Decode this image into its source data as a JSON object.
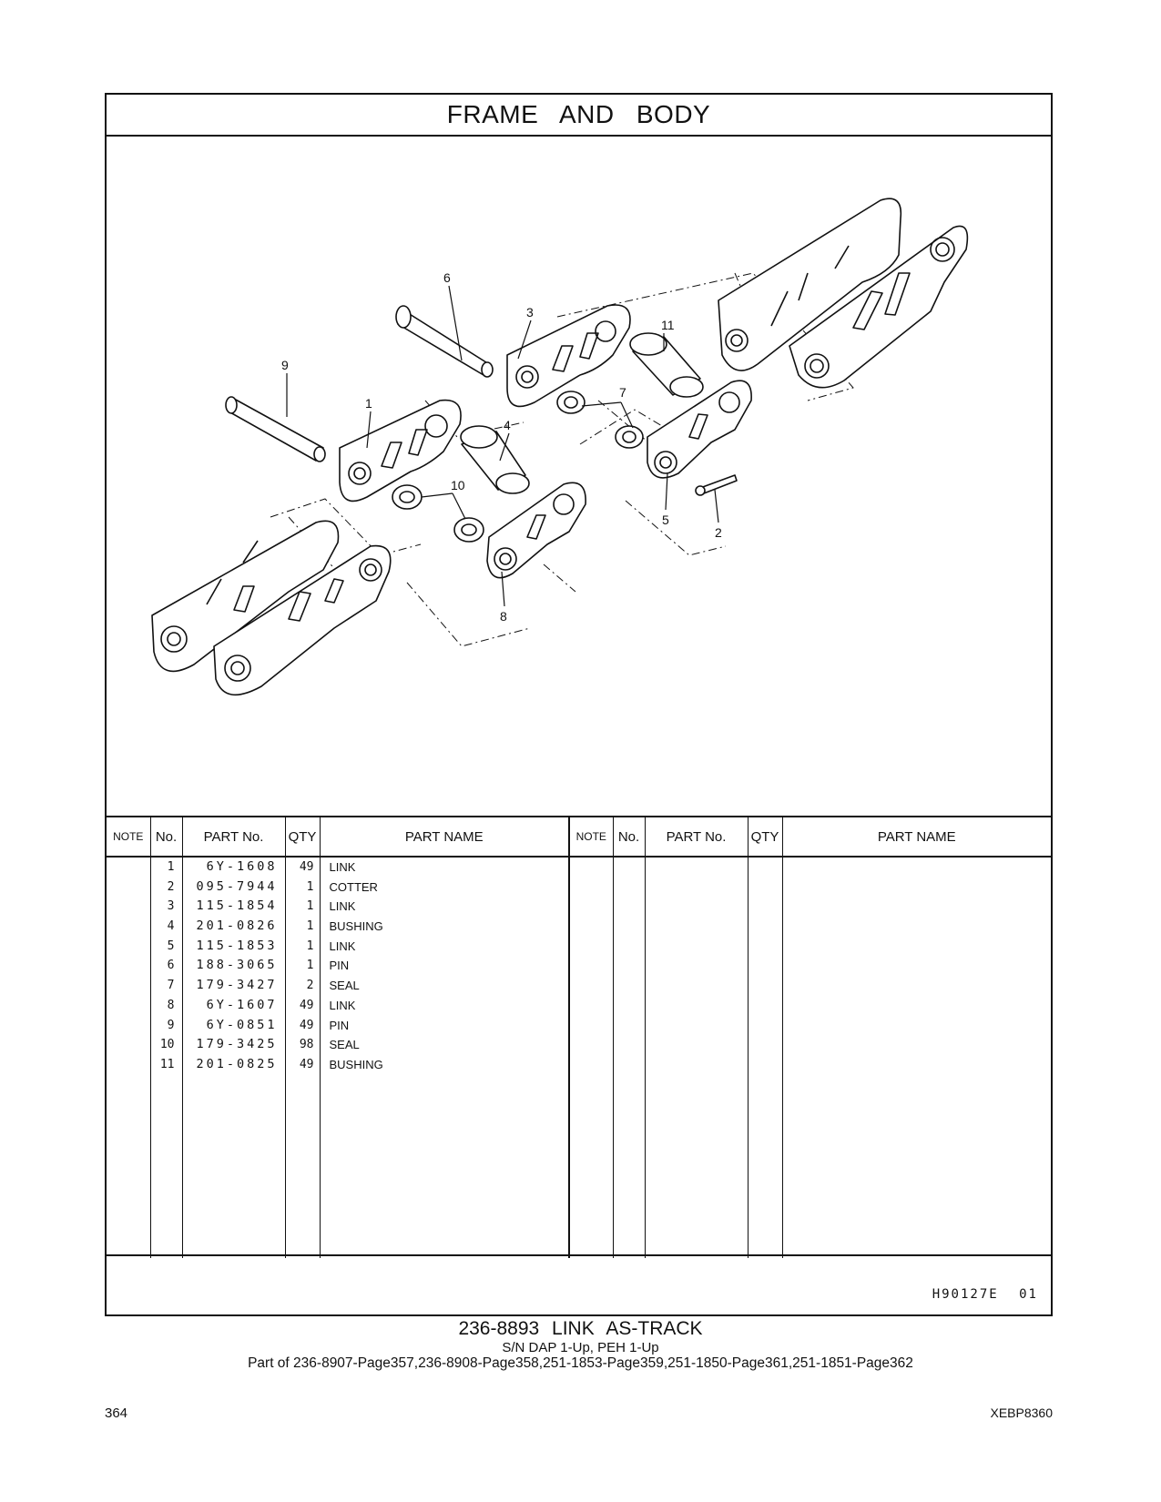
{
  "header": {
    "title": "FRAME AND BODY"
  },
  "table": {
    "headers": [
      "NOTE",
      "No.",
      "PART No.",
      "QTY",
      "PART NAME",
      "NOTE",
      "No.",
      "PART No.",
      "QTY",
      "PART NAME"
    ],
    "rows": [
      {
        "no": "1",
        "part_no": "6Y-1608",
        "qty": "49",
        "name": "LINK"
      },
      {
        "no": "2",
        "part_no": "095-7944",
        "qty": "1",
        "name": "COTTER"
      },
      {
        "no": "3",
        "part_no": "115-1854",
        "qty": "1",
        "name": "LINK"
      },
      {
        "no": "4",
        "part_no": "201-0826",
        "qty": "1",
        "name": "BUSHING"
      },
      {
        "no": "5",
        "part_no": "115-1853",
        "qty": "1",
        "name": "LINK"
      },
      {
        "no": "6",
        "part_no": "188-3065",
        "qty": "1",
        "name": "PIN"
      },
      {
        "no": "7",
        "part_no": "179-3427",
        "qty": "2",
        "name": "SEAL"
      },
      {
        "no": "8",
        "part_no": "6Y-1607",
        "qty": "49",
        "name": "LINK"
      },
      {
        "no": "9",
        "part_no": "6Y-0851",
        "qty": "49",
        "name": "PIN"
      },
      {
        "no": "10",
        "part_no": "179-3425",
        "qty": "98",
        "name": "SEAL"
      },
      {
        "no": "11",
        "part_no": "201-0825",
        "qty": "49",
        "name": "BUSHING"
      }
    ]
  },
  "diagram": {
    "callouts": [
      "1",
      "2",
      "3",
      "4",
      "5",
      "6",
      "7",
      "8",
      "9",
      "10",
      "11"
    ],
    "figure_code": "H90127E 01"
  },
  "footer": {
    "assembly": "236-8893 LINK AS-TRACK",
    "serial": "S/N DAP 1-Up, PEH 1-Up",
    "part_of": "Part of 236-8907-Page357,236-8908-Page358,251-1853-Page359,251-1850-Page361,251-1851-Page362",
    "page_number": "364",
    "doc_code": "XEBP8360"
  }
}
